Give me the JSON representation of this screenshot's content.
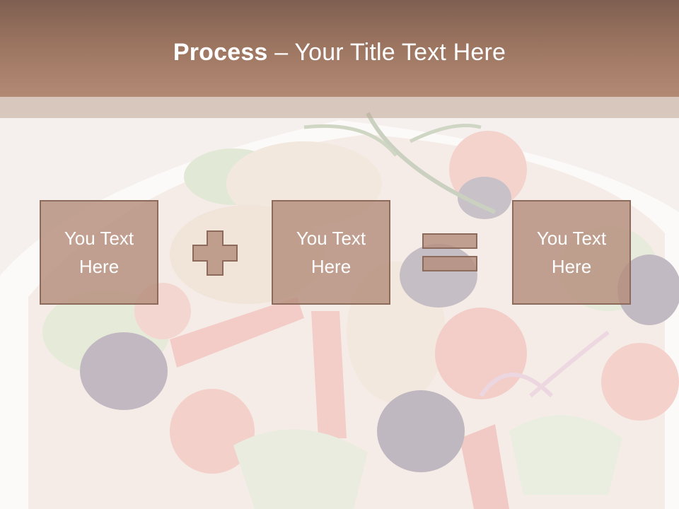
{
  "title": {
    "bold": "Process",
    "rest": " – Your Title Text Here"
  },
  "boxes": [
    {
      "text": "You Text Here"
    },
    {
      "text": "You Text Here"
    },
    {
      "text": "You Text Here"
    }
  ],
  "operators": [
    "plus-icon",
    "equals-icon"
  ],
  "colors": {
    "title_bar": "#9b7460",
    "box_fill": "#b58e7c",
    "box_border": "#8c6a5c",
    "text": "#ffffff"
  }
}
